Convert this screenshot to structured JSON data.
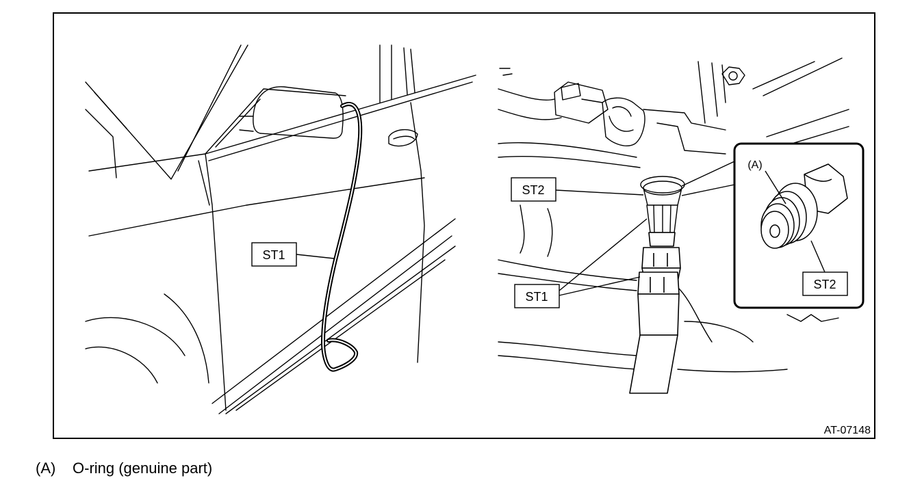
{
  "figure": {
    "callouts": {
      "st1_left": "ST1",
      "st2_right": "ST2",
      "st1_right": "ST1",
      "a_inset": "(A)",
      "st2_inset": "ST2"
    },
    "reference_code": "AT-07148"
  },
  "legend": {
    "key": "(A)",
    "text": "O-ring (genuine part)"
  }
}
